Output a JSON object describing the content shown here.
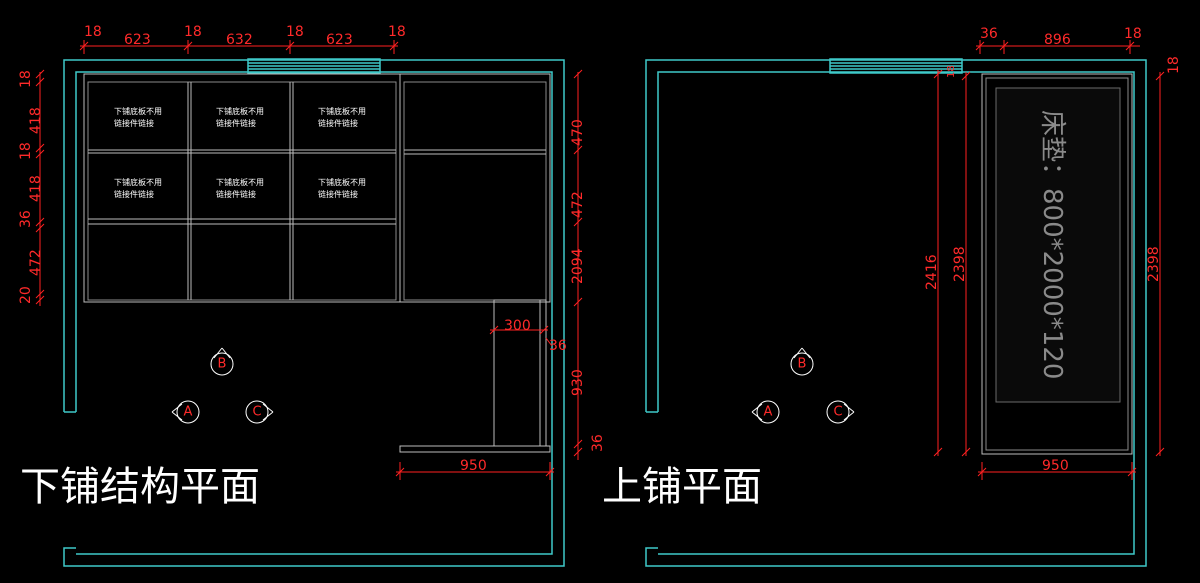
{
  "titles": {
    "lower": "下铺结构平面",
    "upper": "上铺平面"
  },
  "cabinet_note": {
    "line1": "下铺底板不用",
    "line2": "链接件链接"
  },
  "mattress_label": "床垫：800*2000*120",
  "markers": {
    "a": "A",
    "b": "B",
    "c": "C"
  },
  "left_dims": {
    "top": [
      "18",
      "623",
      "18",
      "632",
      "18",
      "623",
      "18"
    ],
    "left": [
      "18",
      "418",
      "18",
      "418",
      "36",
      "472",
      "20"
    ],
    "right": [
      "470",
      "472",
      "2094",
      "930",
      "36"
    ],
    "d300": "300",
    "d36_side": "36",
    "bottom": "950"
  },
  "right_dims": {
    "top": [
      "36",
      "896",
      "18"
    ],
    "tiny": "18",
    "corner": "18",
    "v2416": "2416",
    "v2398a": "2398",
    "v2398b": "2398",
    "bottom": "950"
  },
  "colors": {
    "wall": "#3fc9c9",
    "dimension": "#ff2020",
    "cabinet": "#bdbdbd",
    "background": "#000000"
  }
}
